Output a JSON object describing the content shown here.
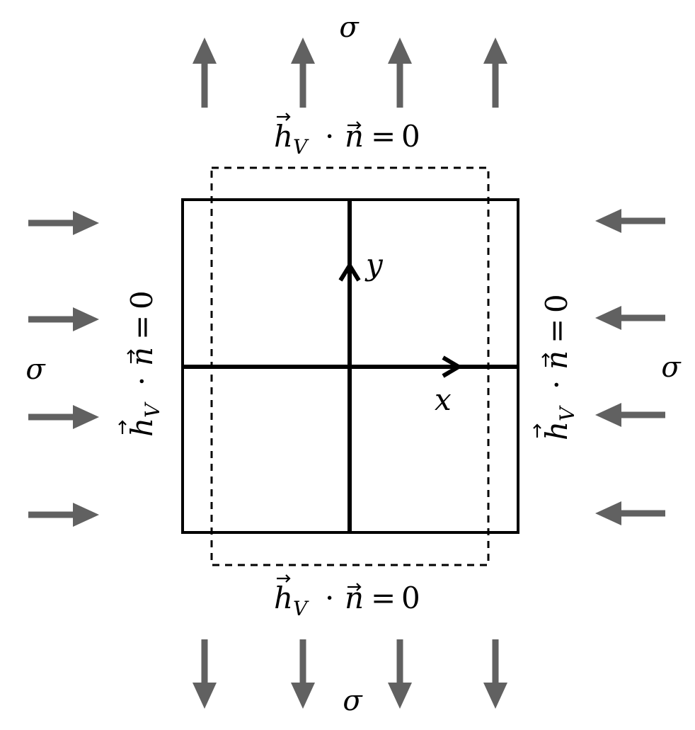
{
  "diagram": {
    "stress_symbol": "σ",
    "axis_x_label": "x",
    "axis_y_label": "y",
    "boundary_condition": {
      "h": "h",
      "subscript": "V",
      "dot": "·",
      "n": "n",
      "equals": "=",
      "zero": "0"
    },
    "colors": {
      "load_arrow": "#616161",
      "lines": "#000000"
    },
    "icons": {
      "load_arrow": "arrow-icon",
      "axis_arrow": "chevron-arrowhead-icon"
    }
  }
}
